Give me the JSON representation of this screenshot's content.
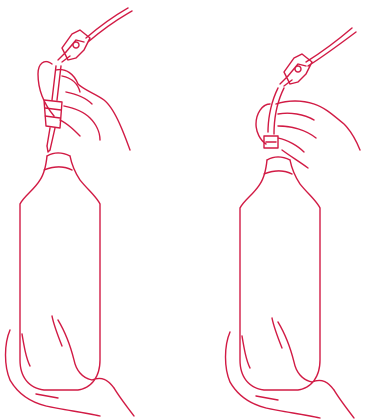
{
  "illustration": {
    "line_color": "#d11a44",
    "background": "#ffffff",
    "panels": [
      {
        "step": "left",
        "depicts": "syringe-tip-into-bottle-spike",
        "objects": [
          "tubing-icon",
          "clamp-icon",
          "hand-upper-icon",
          "syringe-icon",
          "bottle-icon",
          "hand-lower-icon"
        ]
      },
      {
        "step": "right",
        "depicts": "line-connected-to-bottle",
        "objects": [
          "tubing-icon",
          "clamp-icon",
          "hand-upper-icon",
          "connector-icon",
          "bottle-icon",
          "hand-lower-icon"
        ]
      }
    ]
  }
}
